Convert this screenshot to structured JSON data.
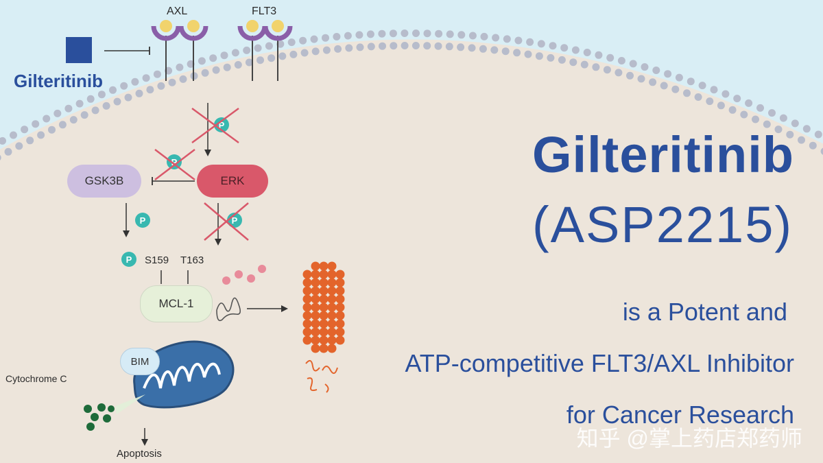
{
  "drug": {
    "label": "Gilteritinib"
  },
  "receptors": {
    "axl": "AXL",
    "flt3": "FLT3"
  },
  "nodes": {
    "gsk3b": "GSK3B",
    "erk": "ERK",
    "mcl1": "MCL-1",
    "bim": "BIM"
  },
  "sites": {
    "s159": "S159",
    "t163": "T163"
  },
  "labels": {
    "cytochrome": "Cytochrome C",
    "apoptosis": "Apoptosis",
    "phospho": "P"
  },
  "headline": {
    "title": "Gilteritinib",
    "code": "(ASP2215)",
    "line1": "is a Potent and",
    "line2": "ATP-competitive FLT3/AXL Inhibitor",
    "line3": "for Cancer Research"
  },
  "watermark": "知乎 @掌上药店郑药师",
  "colors": {
    "navy": "#2a4f9c",
    "cytoplasm": "#ede5db",
    "background": "#d9eef5",
    "teal": "#38b8b0",
    "purple": "#8a5ea8",
    "erk": "#d9586a",
    "orange": "#e3642b",
    "cross": "#d9586a"
  }
}
